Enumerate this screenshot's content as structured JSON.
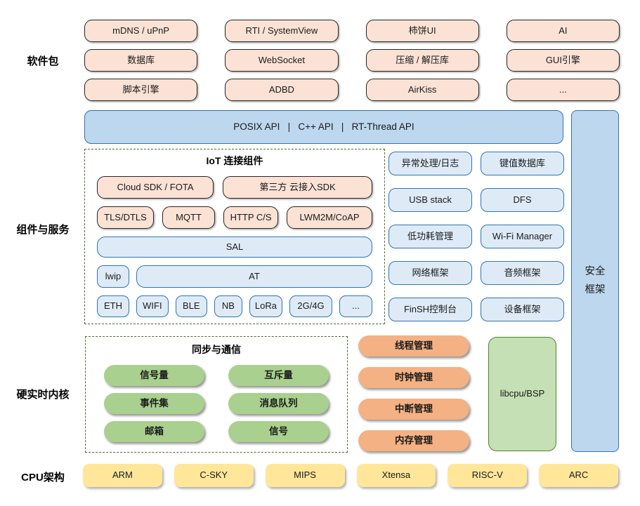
{
  "left_labels": {
    "software": "软件包",
    "components": "组件与服务",
    "kernel": "硬实时内核",
    "cpu": "CPU架构"
  },
  "software_packages": {
    "items": [
      "mDNS / uPnP",
      "RTI / SystemView",
      "柿饼UI",
      "AI",
      "数据库",
      "WebSocket",
      "压缩 / 解压库",
      "GUI引擎",
      "脚本引擎",
      "ADBD",
      "AirKiss",
      "..."
    ]
  },
  "api_bar": {
    "label": "POSIX API   |   C++ API   |   RT-Thread API"
  },
  "security_bar": {
    "label": "安全\n框架"
  },
  "iot": {
    "title": "IoT 连接组件",
    "cloud_row": [
      "Cloud SDK / FOTA",
      "第三方 云接入SDK"
    ],
    "protocol_row": [
      "TLS/DTLS",
      "MQTT",
      "HTTP C/S",
      "LWM2M/CoAP"
    ],
    "sal": "SAL",
    "net_row": [
      "lwip",
      "AT"
    ],
    "link_row": [
      "ETH",
      "WIFI",
      "BLE",
      "NB",
      "LoRa",
      "2G/4G",
      "..."
    ]
  },
  "services": {
    "items": [
      "异常处理/日志",
      "键值数据库",
      "USB stack",
      "DFS",
      "低功耗管理",
      "Wi-Fi Manager",
      "网络框架",
      "音频框架",
      "FinSH控制台",
      "设备框架"
    ]
  },
  "sync": {
    "title": "同步与通信",
    "items": [
      "信号量",
      "互斥量",
      "事件集",
      "消息队列",
      "邮箱",
      "信号"
    ]
  },
  "kernel_mgmt": {
    "items": [
      "线程管理",
      "时钟管理",
      "中断管理",
      "内存管理"
    ]
  },
  "libcpu": {
    "label": "libcpu/BSP"
  },
  "cpu_archs": {
    "items": [
      "ARM",
      "C-SKY",
      "MIPS",
      "Xtensa",
      "RISC-V",
      "ARC"
    ]
  },
  "colors": {
    "peach_fill": "#FBE2D5",
    "peach_border": "#262626",
    "blue_fill": "#BDD7EE",
    "blue_border": "#2E74B5",
    "lightblue_fill": "#DEEBF7",
    "green_fill": "#A9D08E",
    "orange_fill": "#F4B183",
    "yellow_fill": "#FFE699",
    "libcpu_fill": "#C5E0B4",
    "libcpu_border": "#538135",
    "dash_border": "#4e6b30"
  }
}
